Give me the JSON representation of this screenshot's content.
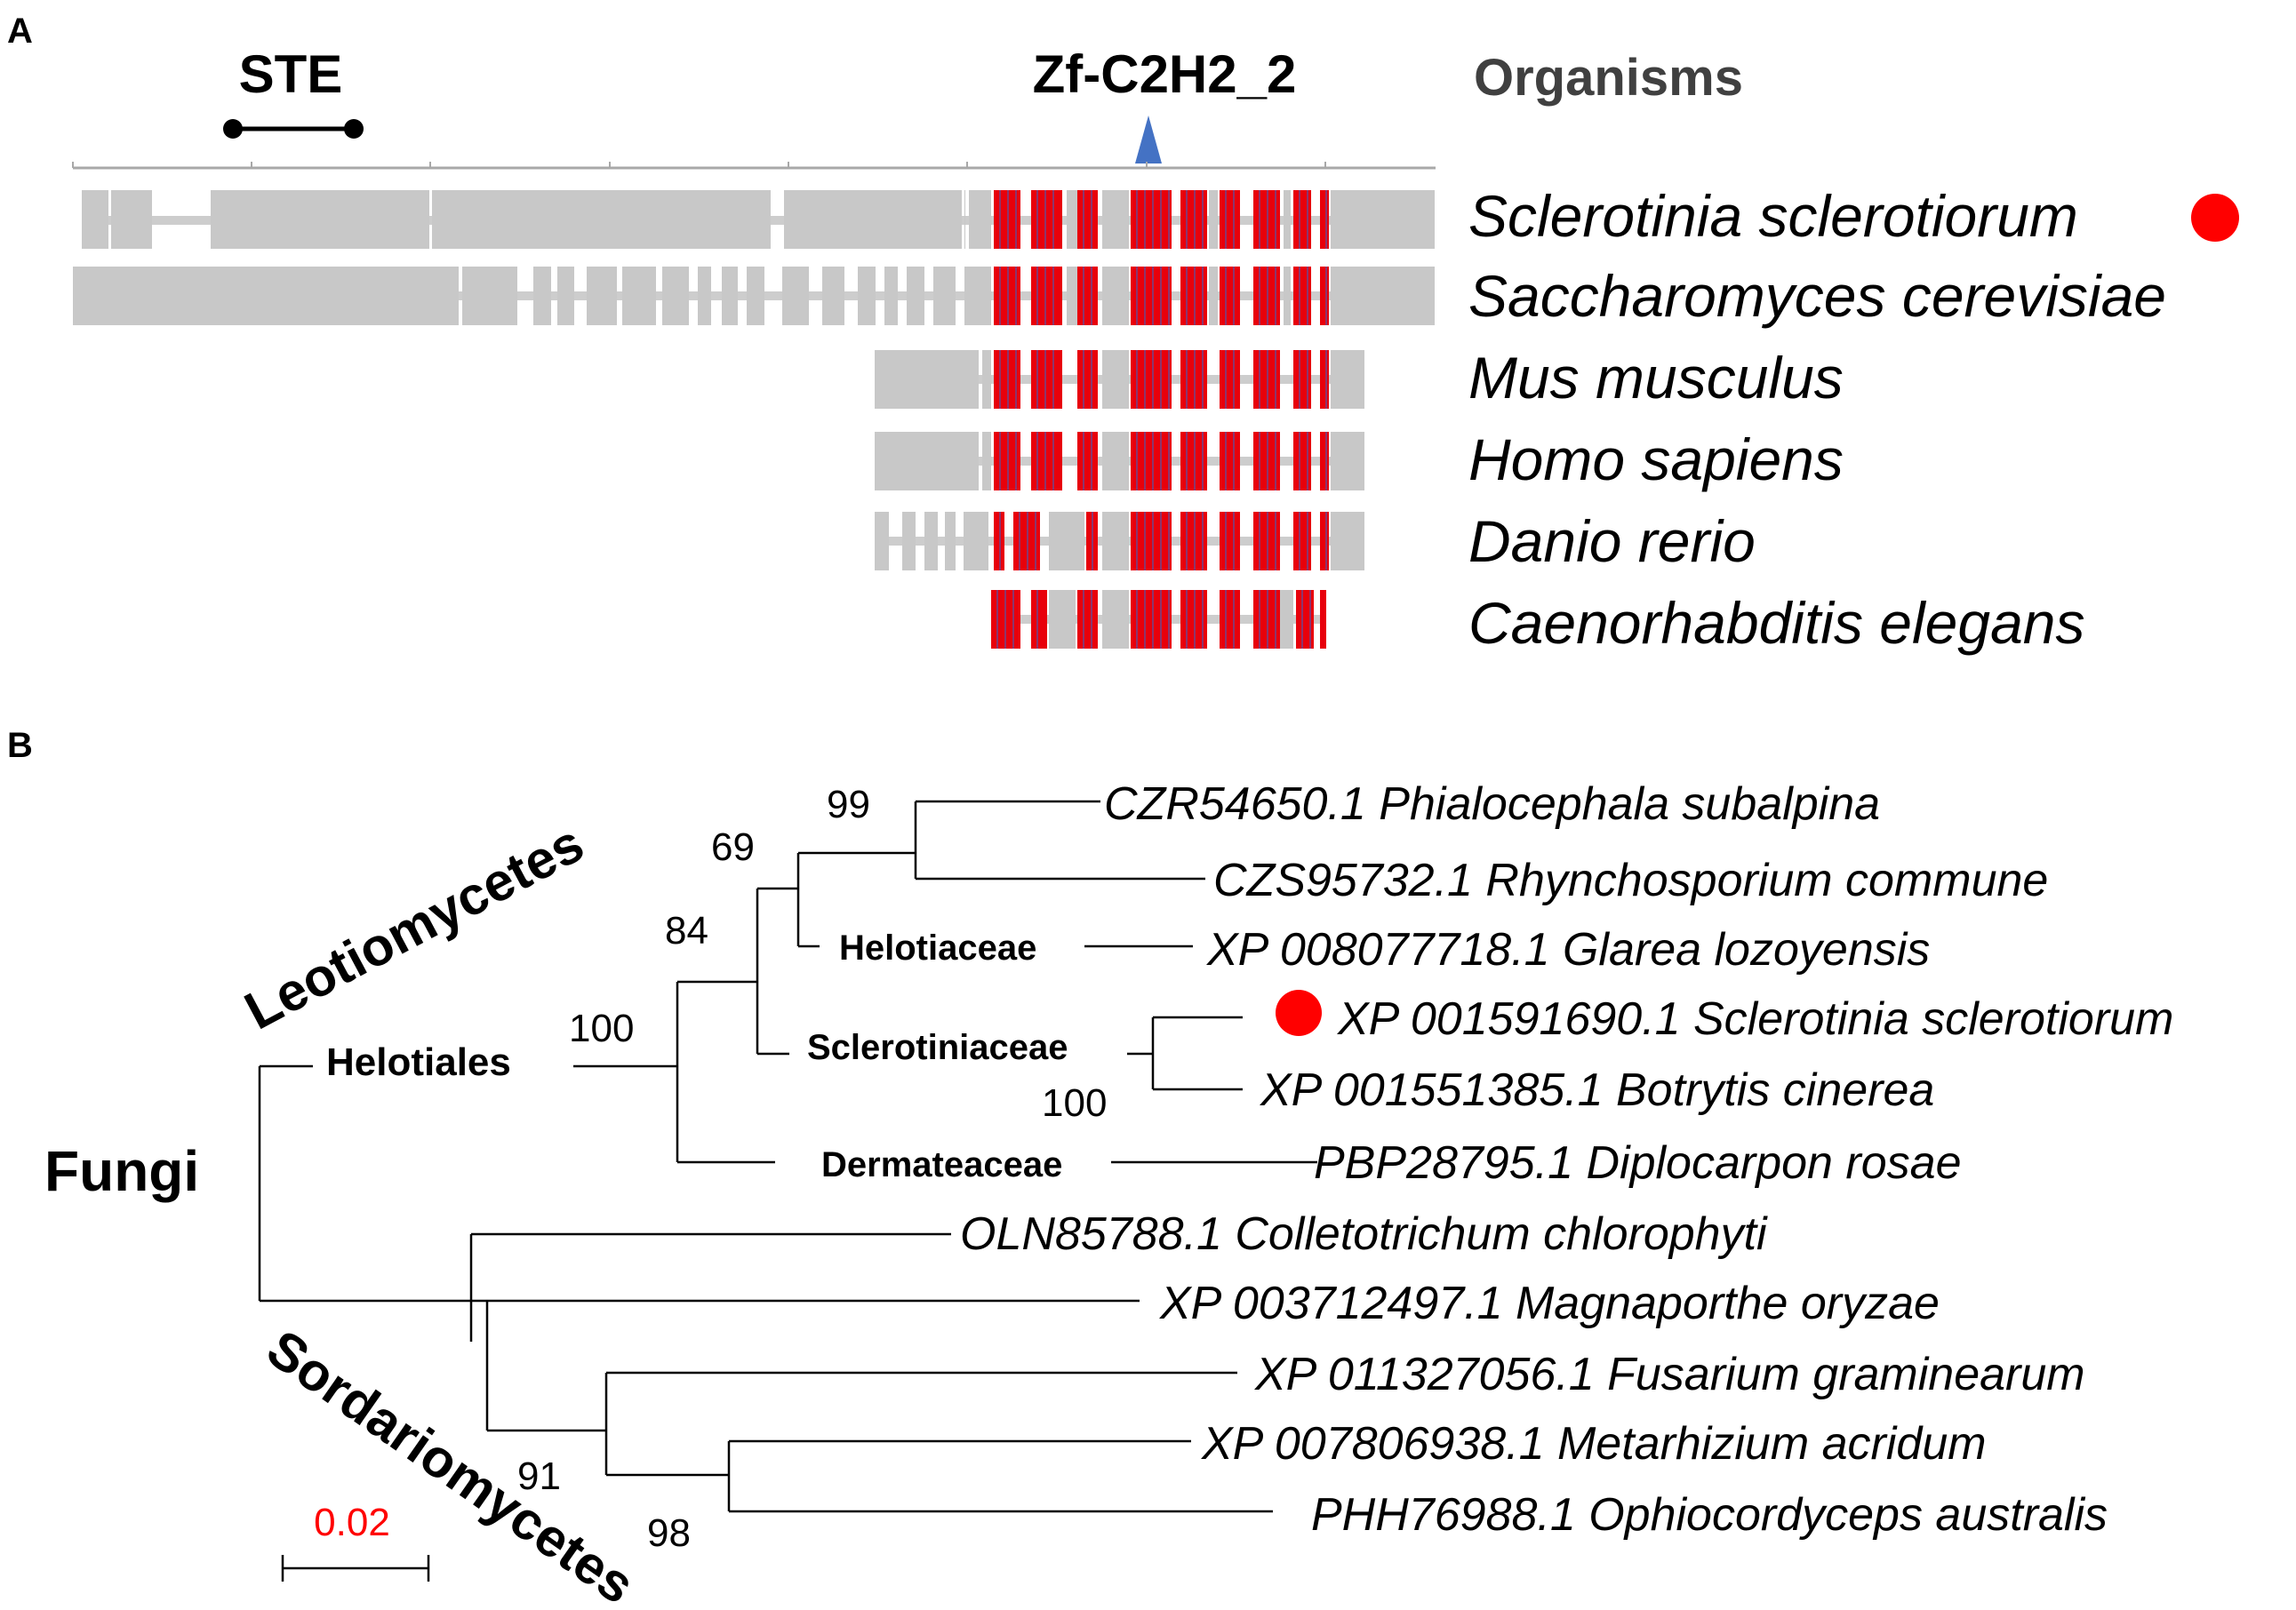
{
  "colors": {
    "gray_block": "#c8c8c8",
    "gray_connector": "#cdcdcd",
    "conserved_red": "#e8000b",
    "stripe_blue": "#4060c0",
    "marker_triangle": "#4472c4",
    "highlight_dot": "#ff0000",
    "scale_text": "#ff0000",
    "header_text": "#404040"
  },
  "panel_a": {
    "label": "A",
    "domains": {
      "ste": "STE",
      "zf": "Zf-C2H2_2"
    },
    "header": "Organisms",
    "organisms": [
      {
        "name": "Sclerotinia sclerotiorum",
        "highlight": true
      },
      {
        "name": "Saccharomyces cerevisiae",
        "highlight": false
      },
      {
        "name": "Mus musculus",
        "highlight": false
      },
      {
        "name": "Homo sapiens",
        "highlight": false
      },
      {
        "name": "Danio rerio",
        "highlight": false
      },
      {
        "name": "Caenorhabditis elegans",
        "highlight": false
      }
    ]
  },
  "panel_b": {
    "label": "B",
    "kingdom": "Fungi",
    "order": "Helotiales",
    "classes": {
      "leotio": "Leotiomycetes",
      "sordario": "Sordariomycetes"
    },
    "families": {
      "helotiaceae": "Helotiaceae",
      "sclerotiniaceae": "Sclerotiniaceae",
      "dermateaceae": "Dermateaceae"
    },
    "taxa": [
      {
        "id": "t1",
        "label": "CZR54650.1 Phialocephala subalpina"
      },
      {
        "id": "t2",
        "label": "CZS95732.1 Rhynchosporium commune"
      },
      {
        "id": "t3",
        "label": "XP 008077718.1 Glarea lozoyensis"
      },
      {
        "id": "t4",
        "label": "XP 001591690.1 Sclerotinia sclerotiorum",
        "highlight": true
      },
      {
        "id": "t5",
        "label": "XP 001551385.1 Botrytis cinerea"
      },
      {
        "id": "t6",
        "label": "PBP28795.1 Diplocarpon rosae"
      },
      {
        "id": "t7",
        "label": "OLN85788.1 Colletotrichum chlorophyti"
      },
      {
        "id": "t8",
        "label": "XP 003712497.1 Magnaporthe oryzae"
      },
      {
        "id": "t9",
        "label": "XP 011327056.1 Fusarium graminearum"
      },
      {
        "id": "t10",
        "label": "XP 007806938.1 Metarhizium acridum"
      },
      {
        "id": "t11",
        "label": "PHH76988.1 Ophiocordyceps australis"
      }
    ],
    "bootstrap": {
      "b99": "99",
      "b69": "69",
      "b84": "84",
      "b100_helotiales": "100",
      "b100_sclero": "100",
      "b91": "91",
      "b98": "98"
    },
    "scale_bar": "0.02"
  }
}
